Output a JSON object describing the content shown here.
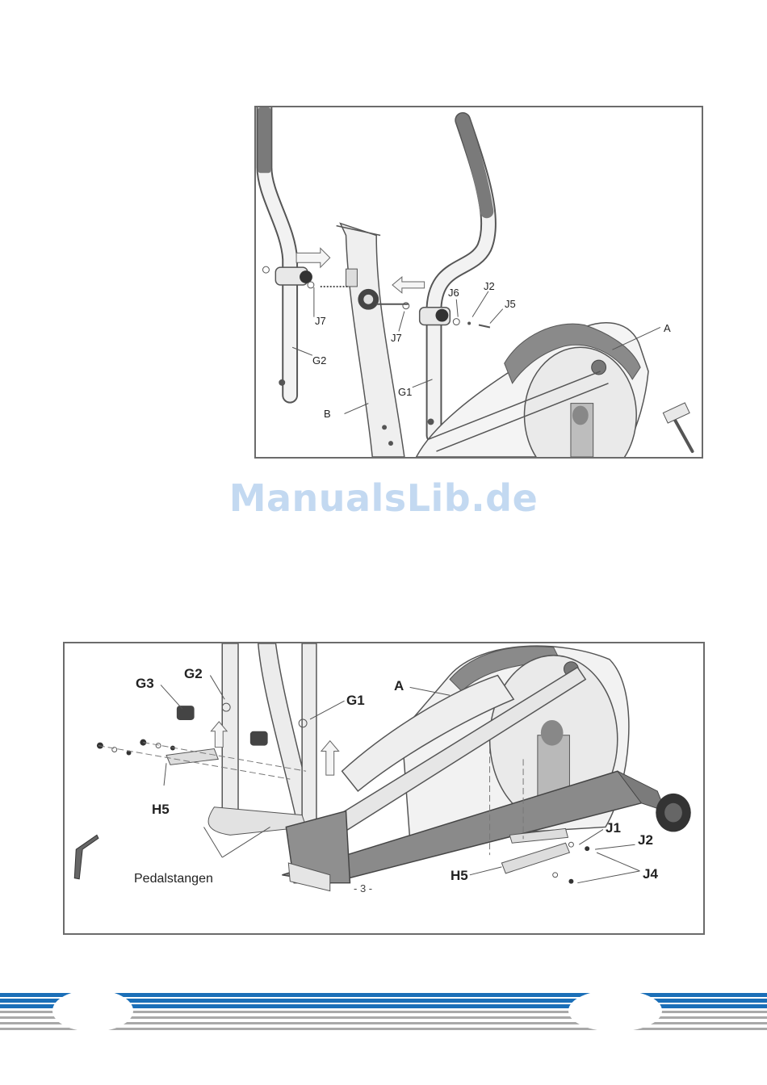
{
  "watermark": "ManualsLib.de",
  "figure1": {
    "labels": {
      "A": "A",
      "B": "B",
      "G1": "G1",
      "G2": "G2",
      "J2": "J2",
      "J5": "J5",
      "J6": "J6",
      "J7_left": "J7",
      "J7_right": "J7"
    }
  },
  "figure2": {
    "labels": {
      "G3": "G3",
      "G2": "G2",
      "G1": "G1",
      "A": "A",
      "H5_top": "H5",
      "H5_bottom": "H5",
      "J1": "J1",
      "J2": "J2",
      "J4": "J4",
      "pedal_rods": "Pedalstangen"
    },
    "page_number": "- 3 -"
  },
  "colors": {
    "stripe_blue": "#1b6fb8",
    "stripe_grey": "#a9a9a9",
    "frame_grey": "#8c8c8c",
    "watermark": "#c3d9f1"
  }
}
